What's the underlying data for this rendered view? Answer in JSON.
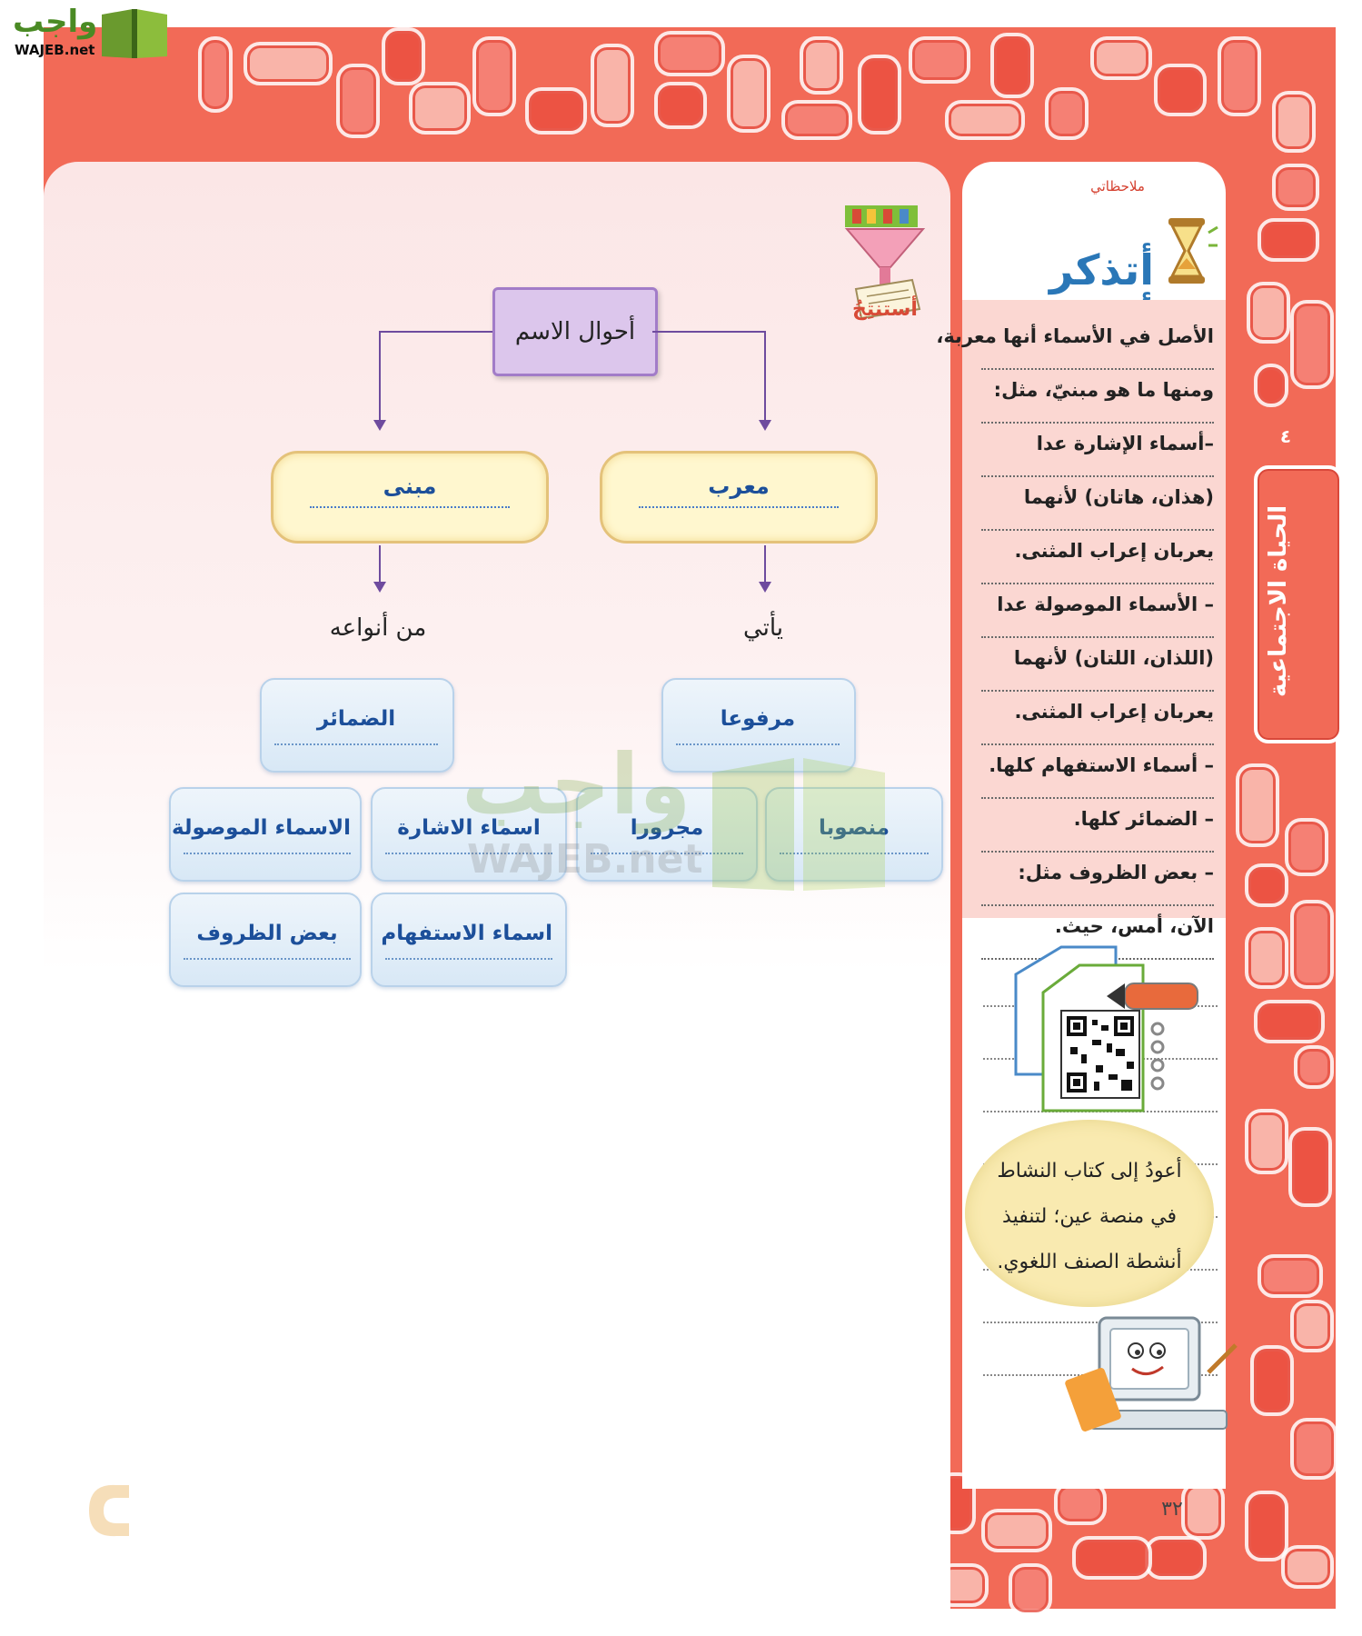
{
  "logo": {
    "arabic": "واجب",
    "english": "WAJEB.net"
  },
  "side_tab": {
    "number": "٤",
    "title": "الحياة الاجتماعية"
  },
  "remember": {
    "caption": "ملاحظاتي",
    "title": "أتذكر أنّ:",
    "lines": [
      "الأصل في الأسماء أنها معربة،",
      "ومنها ما هو مبنيّ، مثل:",
      "–أسماء الإشارة عدا",
      "(هذان، هاتان) لأنهما",
      "يعربان إعراب المثنى.",
      "– الأسماء الموصولة عدا",
      "(اللذان، اللتان) لأنهما",
      "يعربان إعراب المثنى.",
      "– أسماء الاستفهام كلها.",
      "– الضمائر كلها.",
      "– بعض الظروف مثل:",
      "الآن، أمس، حيث."
    ]
  },
  "bubble_text": "أعودُ إلى كتاب النشاط في منصة عين؛ لتنفيذ أنشطة الصنف اللغوي.",
  "deduce_label": "أستنتِجُ",
  "diagram": {
    "root": "أحوال الاسم",
    "right_branch": "معرب",
    "left_branch": "مبنى",
    "right_sub": "يأتي",
    "left_sub": "من أنواعه",
    "right_cards": [
      "مرفوعا",
      "منصوبا",
      "مجرورا"
    ],
    "left_cards": [
      "الضمائر",
      "اسماء الاشارة",
      "الاسماء الموصولة",
      "اسماء الاستفهام",
      "بعض الظروف"
    ]
  },
  "watermark": {
    "arabic": "واجب",
    "english": "WAJEB.net"
  },
  "page_number": "٣٢"
}
